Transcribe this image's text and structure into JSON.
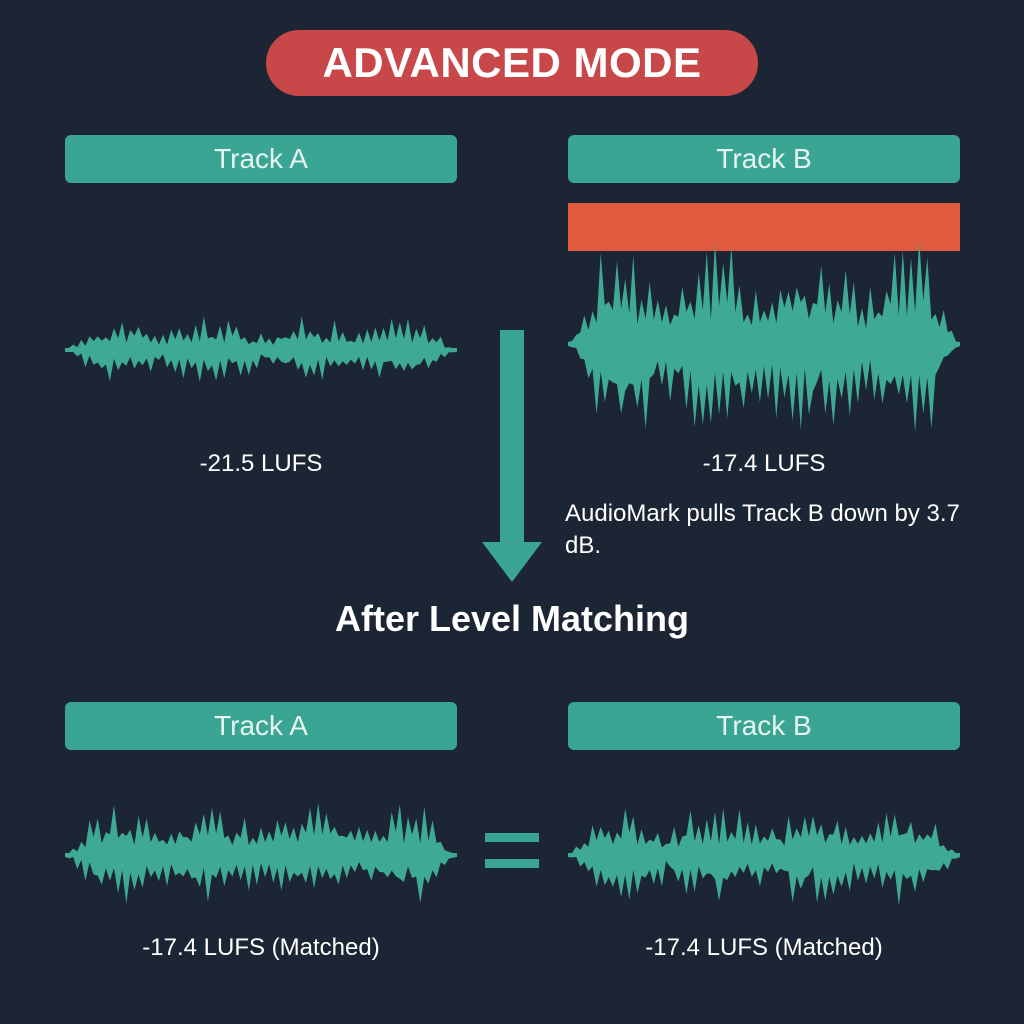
{
  "badge": {
    "label": "ADVANCED MODE"
  },
  "before": {
    "track_a": {
      "label": "Track A",
      "lufs": "-21.5 LUFS"
    },
    "track_b": {
      "label": "Track B",
      "lufs": "-17.4 LUFS"
    },
    "note": "AudioMark pulls Track B down by 3.7 dB."
  },
  "after": {
    "heading": "After Level Matching",
    "track_a": {
      "label": "Track A",
      "lufs": "-17.4 LUFS (Matched)"
    },
    "track_b": {
      "label": "Track B",
      "lufs": "-17.4 LUFS (Matched)"
    }
  },
  "colors": {
    "background": "#1b2533",
    "accent": "#3aa593",
    "waveform": "#3eaa96",
    "clipping": "#e05a3e",
    "badge": "#c8484a"
  }
}
